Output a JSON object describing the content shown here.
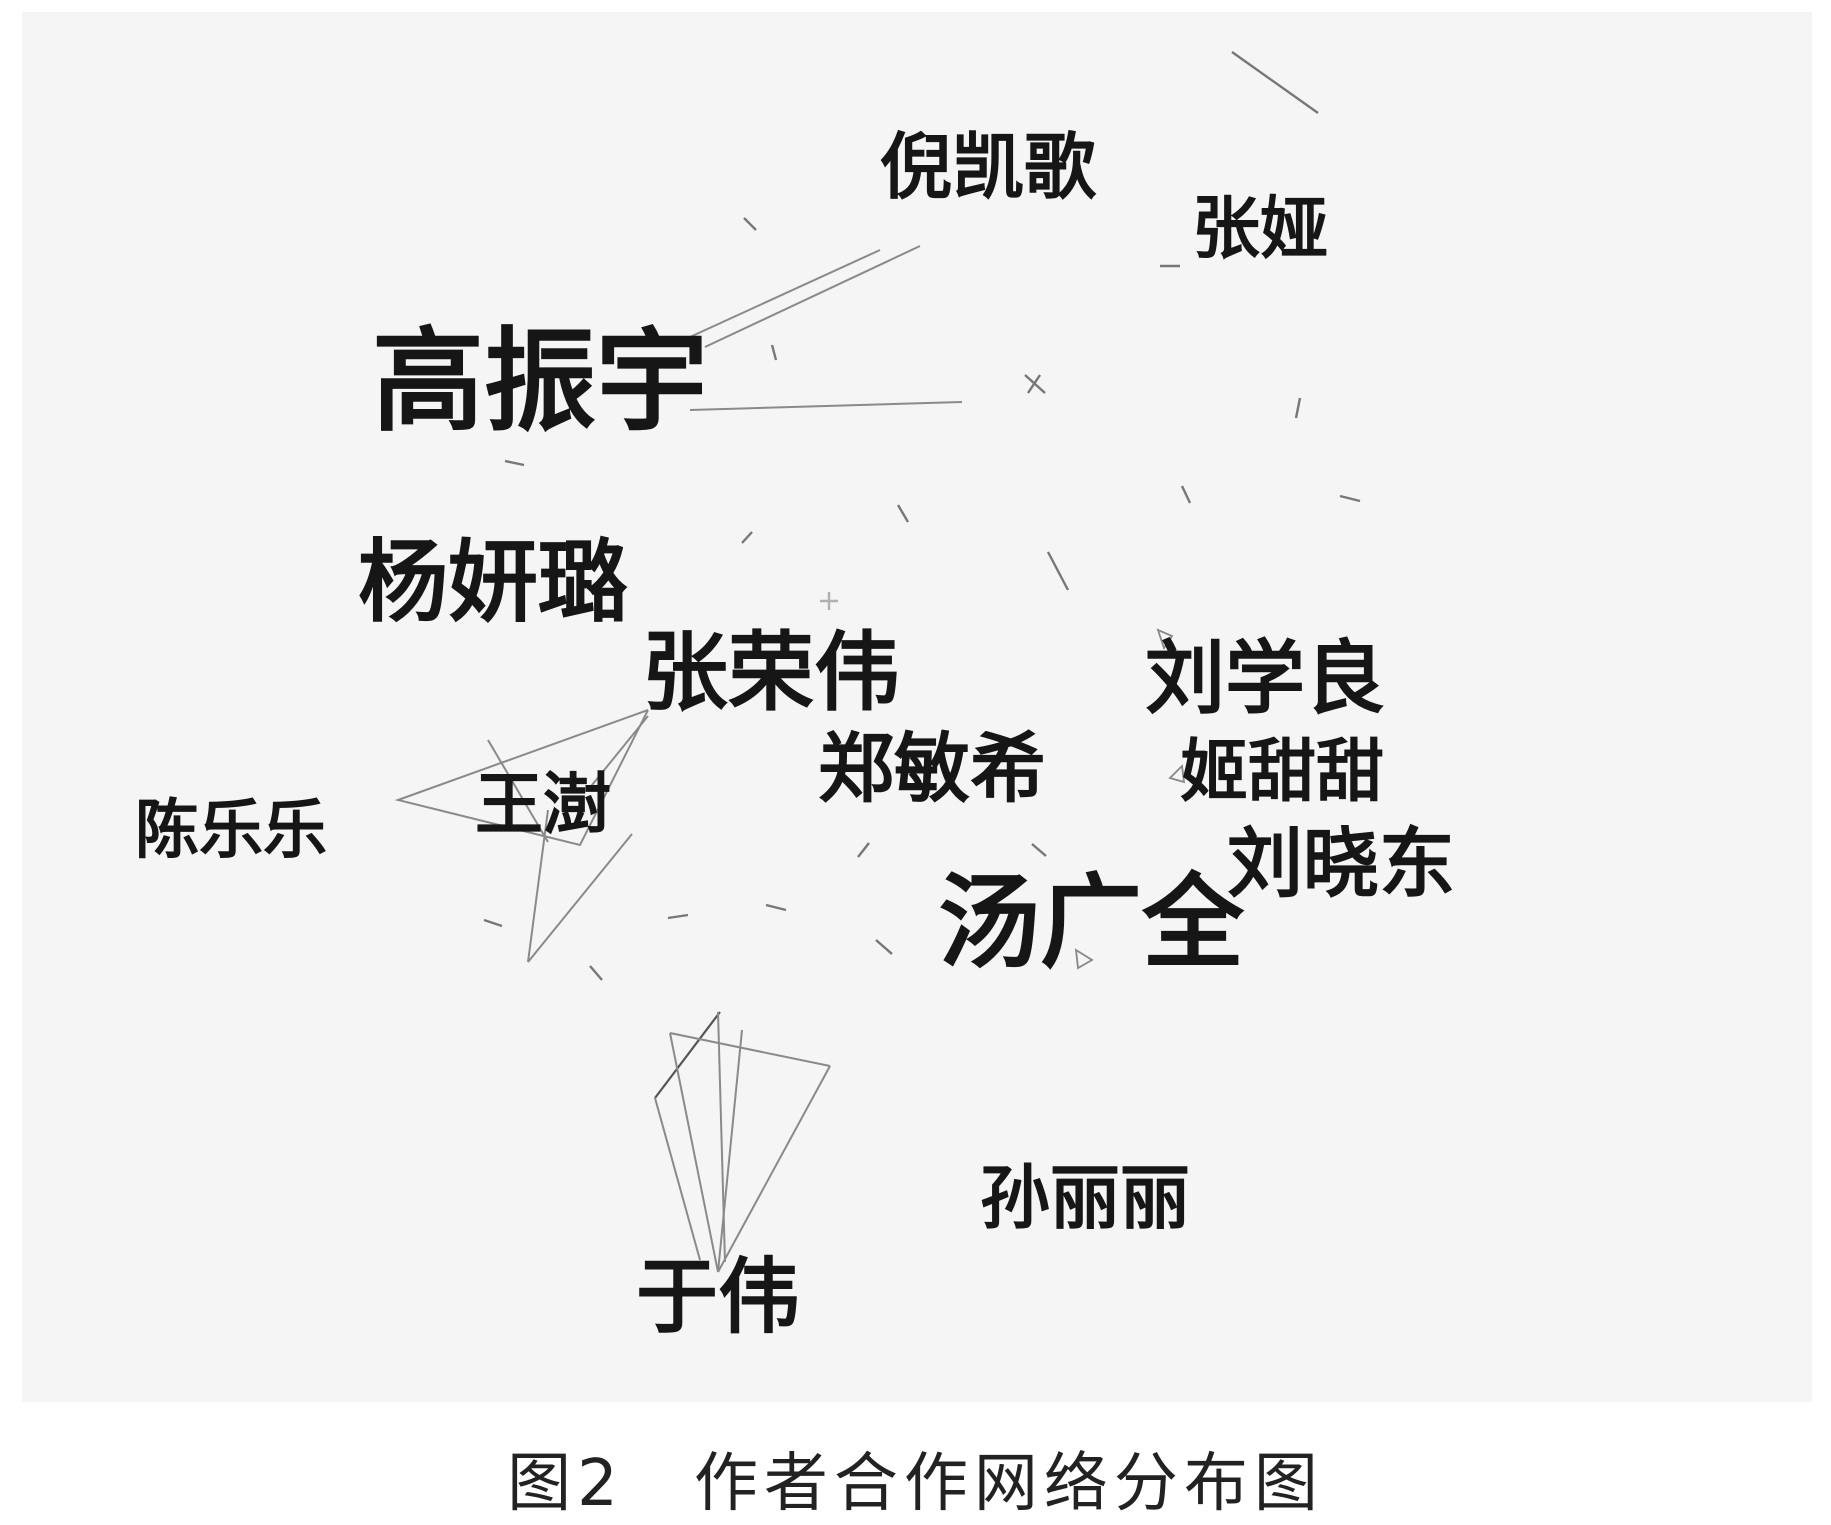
{
  "figure": {
    "caption": "图2　作者合作网络分布图",
    "background": "#f5f5f5"
  },
  "network": {
    "nodes": [
      {
        "id": "gao",
        "label": "高振宇"
      },
      {
        "id": "ni",
        "label": "倪凯歌"
      },
      {
        "id": "zhangya",
        "label": "张娅"
      },
      {
        "id": "yang",
        "label": "杨妍璐"
      },
      {
        "id": "zhangrw",
        "label": "张荣伟"
      },
      {
        "id": "liuxl",
        "label": "刘学良"
      },
      {
        "id": "zheng",
        "label": "郑敏希"
      },
      {
        "id": "ji",
        "label": "姬甜甜"
      },
      {
        "id": "chen",
        "label": "陈乐乐"
      },
      {
        "id": "wang",
        "label": "王澍"
      },
      {
        "id": "liuxd",
        "label": "刘晓东"
      },
      {
        "id": "tang",
        "label": "汤广全"
      },
      {
        "id": "sun",
        "label": "孙丽丽"
      },
      {
        "id": "yu",
        "label": "于伟"
      }
    ],
    "edges": [
      {
        "from": "gao",
        "to": "ni"
      },
      {
        "from": "gao",
        "to": "zhangrw"
      },
      {
        "from": "zhangrw",
        "to": "chen"
      },
      {
        "from": "zhangrw",
        "to": "wang"
      },
      {
        "from": "wang",
        "to": "chen"
      },
      {
        "from": "yu",
        "to": "zhangrw"
      }
    ],
    "colors": {
      "label": "#161616",
      "edge": "#8a8a8a",
      "tick": "#777777"
    }
  }
}
